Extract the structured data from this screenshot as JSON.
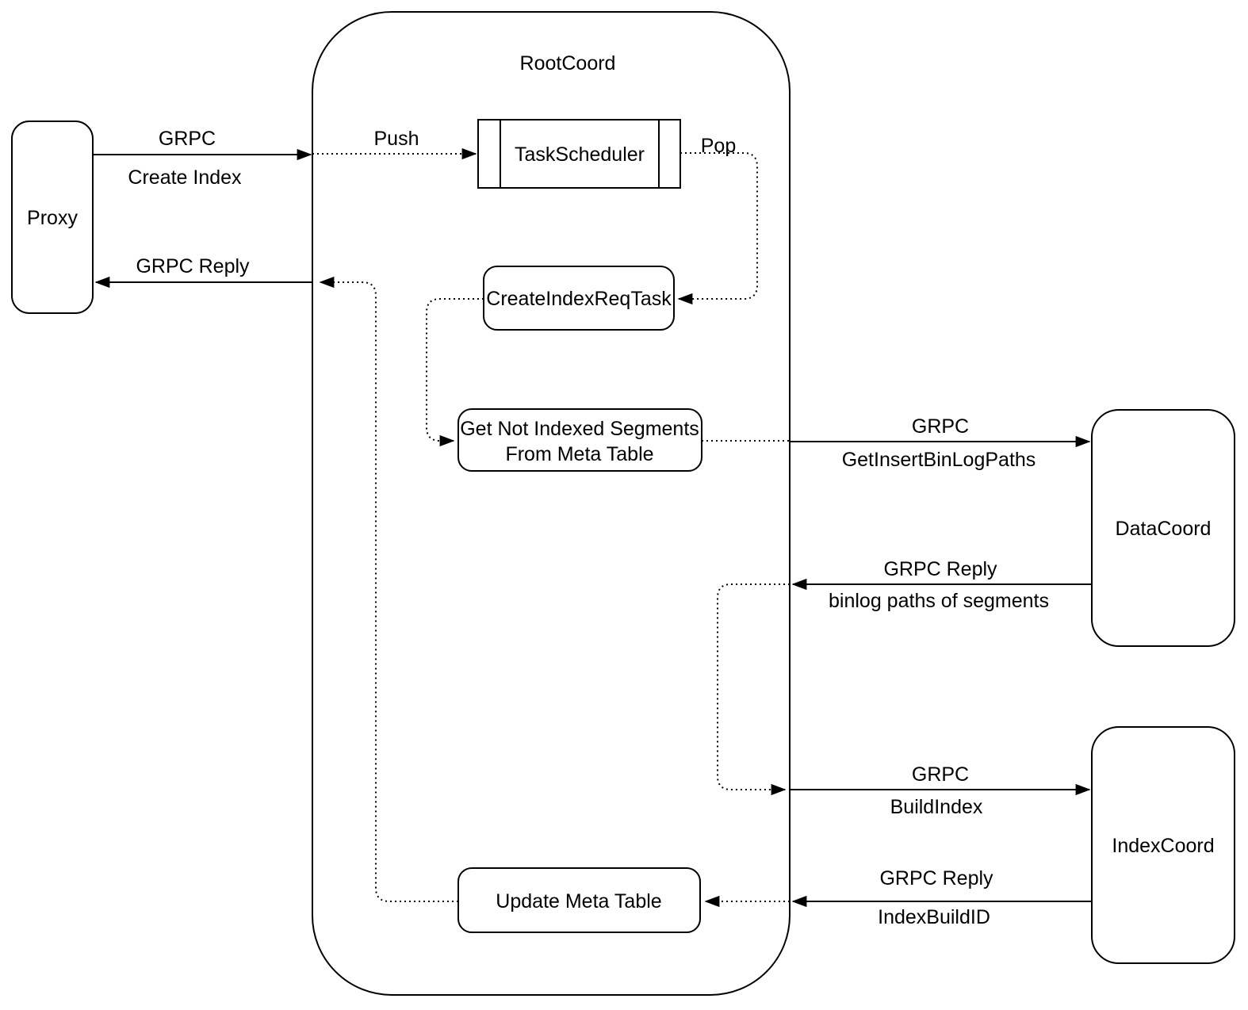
{
  "colors": {
    "stroke": "#000000",
    "background": "#ffffff"
  },
  "nodes": {
    "proxy": {
      "label": "Proxy"
    },
    "root_coord": {
      "label": "RootCoord"
    },
    "task_scheduler": {
      "label": "TaskScheduler"
    },
    "create_index_req_task": {
      "label": "CreateIndexReqTask"
    },
    "get_not_indexed_segments": {
      "label_line1": "Get Not Indexed Segments",
      "label_line2": "From Meta Table"
    },
    "update_meta_table": {
      "label": "Update Meta Table"
    },
    "data_coord": {
      "label": "DataCoord"
    },
    "index_coord": {
      "label": "IndexCoord"
    }
  },
  "edges": {
    "create_index_request": {
      "protocol": "GRPC",
      "operation": "Create Index"
    },
    "push": {
      "label": "Push"
    },
    "pop": {
      "label": "Pop"
    },
    "grpc_reply_to_proxy": {
      "label": "GRPC Reply"
    },
    "get_insert_binlog_paths": {
      "protocol": "GRPC",
      "operation": "GetInsertBinLogPaths"
    },
    "binlog_paths_reply": {
      "protocol": "GRPC Reply",
      "operation": "binlog paths of segments"
    },
    "build_index": {
      "protocol": "GRPC",
      "operation": "BuildIndex"
    },
    "index_build_id_reply": {
      "protocol": "GRPC Reply",
      "operation": "IndexBuildID"
    }
  }
}
